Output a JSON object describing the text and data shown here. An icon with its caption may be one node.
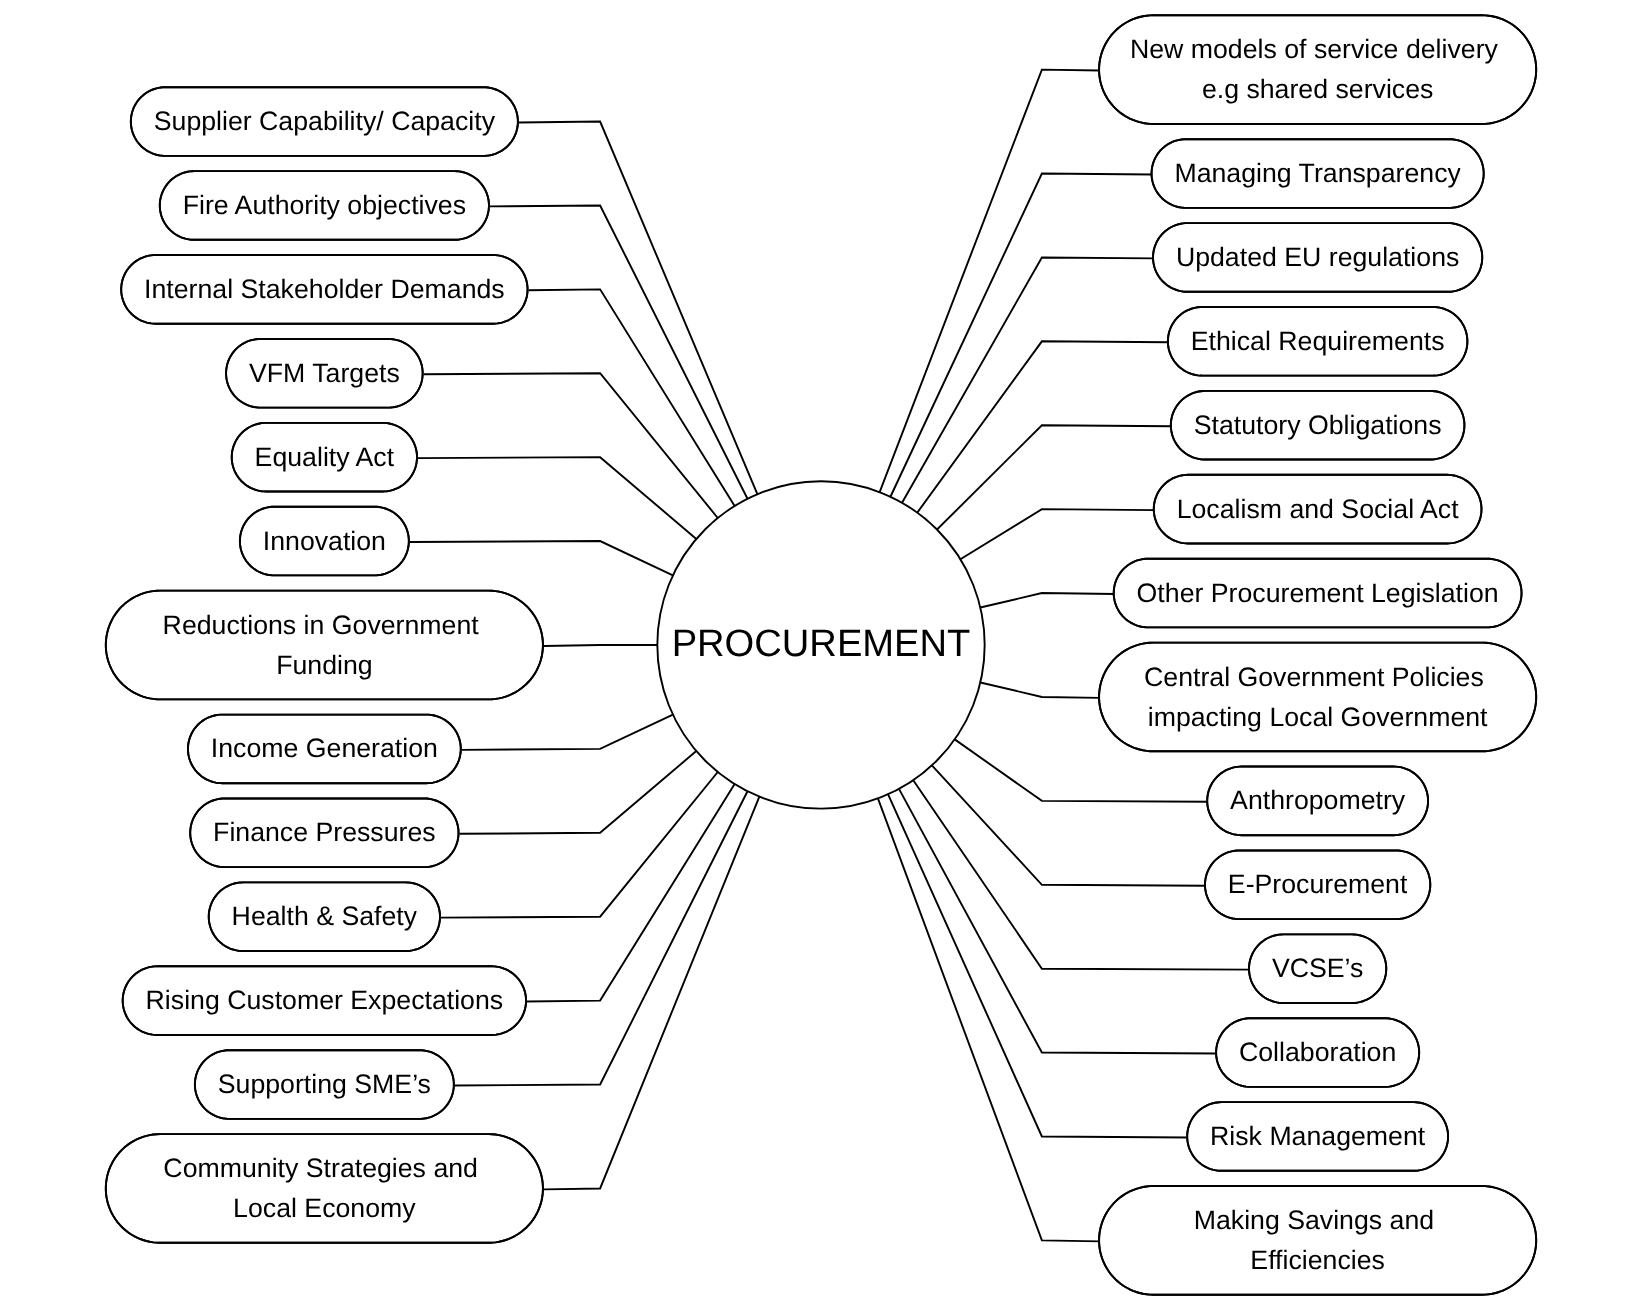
{
  "diagram": {
    "nodes": [
      {
        "text": [
          "New models of service delivery e.g shared services"
        ]
      },
      {
        "text": [
          "Supplier Capability/ Capacity"
        ]
      },
      {
        "text": [
          "Managing Transparency"
        ]
      },
      {
        "text": [
          "Fire Authority objectives"
        ]
      },
      {
        "text": [
          "Internal Stakeholder Demands"
        ]
      },
      {
        "text": [
          "Updated EU regulations"
        ]
      },
      {
        "text": [
          "VFM Targets"
        ]
      },
      {
        "text": [
          "Equality Act"
        ]
      },
      {
        "text": [
          "Ethical Requirements"
        ]
      },
      {
        "text": [
          "Statutory Obligations"
        ]
      },
      {
        "text": [
          "Innovation"
        ]
      },
      {
        "text": [
          "Localism and Social Act"
        ]
      },
      {
        "text": [
          "Reductions in Government Funding"
        ]
      },
      {
        "text": [
          "Other Procurement Legislation"
        ]
      },
      {
        "text": [
          "PROCUREMENT"
        ]
      },
      {
        "text": [
          "Income Generation"
        ]
      },
      {
        "text": [
          "Central Government Policies impacting Local Government"
        ]
      },
      {
        "text": [
          "Finance Pressures"
        ]
      },
      {
        "text": [
          "Health & Safety"
        ]
      },
      {
        "text": [
          "Anthropometry"
        ]
      },
      {
        "text": [
          "E-Procurement"
        ]
      },
      {
        "text": [
          "Rising Customer Expectations"
        ]
      },
      {
        "text": [
          "VCSE’s"
        ]
      },
      {
        "text": [
          "Collaboration"
        ]
      },
      {
        "text": [
          "Supporting SME’s"
        ]
      },
      {
        "text": [
          "Risk Management"
        ]
      },
      {
        "text": [
          "Community Strategies and Local Economy"
        ]
      },
      {
        "text": [
          "Making Savings and Efficiencies"
        ]
      }
    ],
    "edges": [
      {
        "from": 14,
        "to": 0,
        "arrow": "none"
      },
      {
        "from": 1,
        "to": 14,
        "arrow": "none"
      },
      {
        "from": 14,
        "to": 2,
        "arrow": "none"
      },
      {
        "from": 3,
        "to": 14,
        "arrow": "none"
      },
      {
        "from": 4,
        "to": 14,
        "arrow": "none"
      },
      {
        "from": 14,
        "to": 5,
        "arrow": "none"
      },
      {
        "from": 6,
        "to": 14,
        "arrow": "none"
      },
      {
        "from": 7,
        "to": 14,
        "arrow": "none"
      },
      {
        "from": 14,
        "to": 8,
        "arrow": "none"
      },
      {
        "from": 14,
        "to": 9,
        "arrow": "none"
      },
      {
        "from": 10,
        "to": 14,
        "arrow": "none"
      },
      {
        "from": 14,
        "to": 11,
        "arrow": "none"
      },
      {
        "from": 12,
        "to": 14,
        "arrow": "none"
      },
      {
        "from": 14,
        "to": 13,
        "arrow": "none"
      },
      {
        "from": 15,
        "to": 14,
        "arrow": "none"
      },
      {
        "from": 14,
        "to": 16,
        "arrow": "none"
      },
      {
        "from": 17,
        "to": 14,
        "arrow": "none"
      },
      {
        "from": 18,
        "to": 14,
        "arrow": "none"
      },
      {
        "from": 14,
        "to": 19,
        "arrow": "none"
      },
      {
        "from": 14,
        "to": 20,
        "arrow": "none"
      },
      {
        "from": 21,
        "to": 14,
        "arrow": "none"
      },
      {
        "from": 14,
        "to": 22,
        "arrow": "none"
      },
      {
        "from": 14,
        "to": 23,
        "arrow": "none"
      },
      {
        "from": 24,
        "to": 14,
        "arrow": "none"
      },
      {
        "from": 14,
        "to": 25,
        "arrow": "none"
      },
      {
        "from": 26,
        "to": 14,
        "arrow": "none"
      },
      {
        "from": 14,
        "to": 27,
        "arrow": "none"
      }
    ]
  }
}
